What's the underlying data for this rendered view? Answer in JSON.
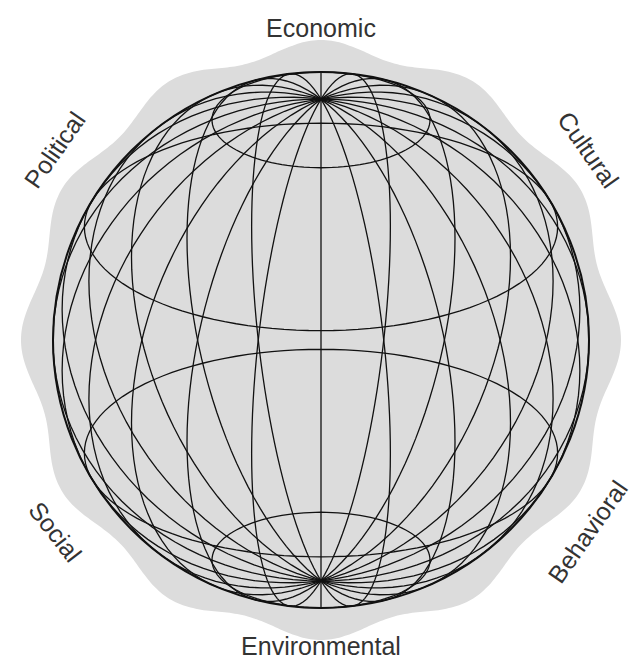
{
  "diagram": {
    "labels": [
      "Economic",
      "Political",
      "Cultural",
      "Social",
      "Behavioral",
      "Environmental"
    ]
  }
}
